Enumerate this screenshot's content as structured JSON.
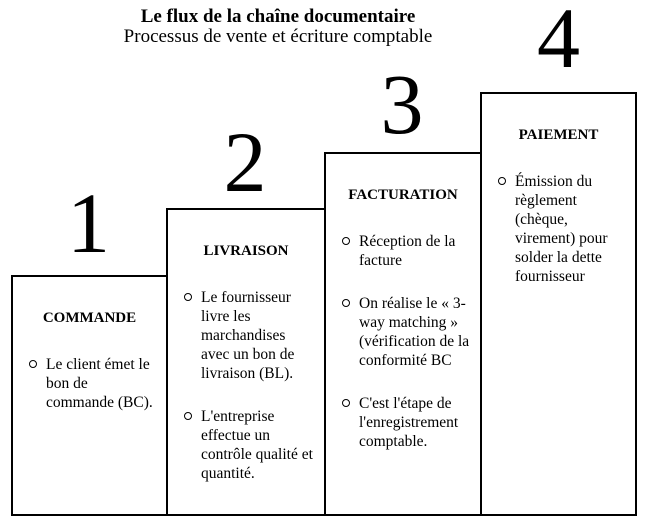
{
  "title": {
    "line1": "Le flux de la chaîne documentaire",
    "line2": "Processus de vente et écriture comptable"
  },
  "steps": [
    {
      "number": "1",
      "heading": "COMMANDE",
      "bullets": [
        "Le client émet le bon de commande (BC)."
      ]
    },
    {
      "number": "2",
      "heading": "LIVRAISON",
      "bullets": [
        "Le fournisseur livre les marchandises avec un bon de livraison (BL).",
        "L'entreprise effectue un contrôle qualité et quantité."
      ]
    },
    {
      "number": "3",
      "heading": "FACTURATION",
      "bullets": [
        "Réception de la facture",
        "On réalise le « 3-way matching » (vérification de la conformité BC",
        "C'est l'étape de l'enregistrement comptable."
      ]
    },
    {
      "number": "4",
      "heading": "PAIEMENT",
      "bullets": [
        "Émission du règlement (chèque, virement) pour solder la dette fournisseur"
      ]
    }
  ],
  "colors": {
    "background": "#ffffff",
    "border": "#000000",
    "text": "#000000"
  }
}
